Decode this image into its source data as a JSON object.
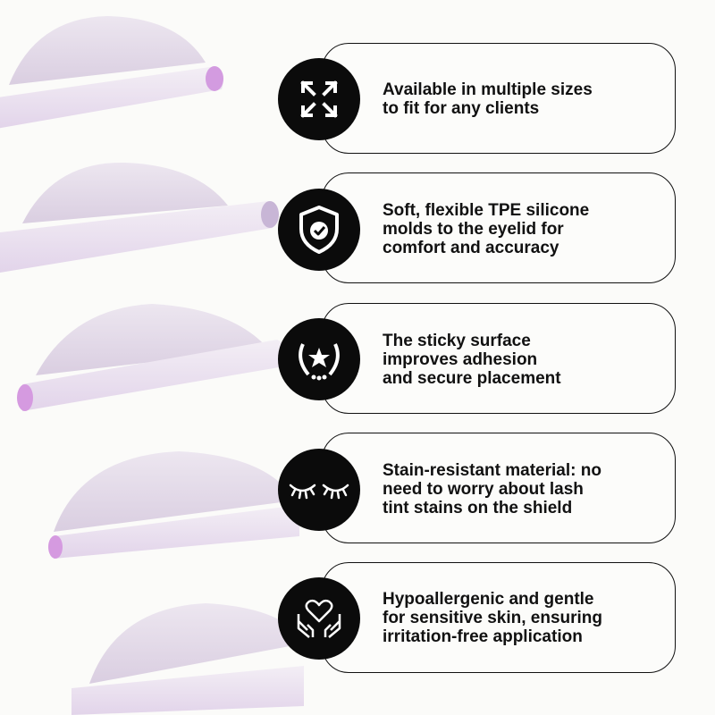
{
  "features": [
    {
      "icon": "expand-arrows-icon",
      "lines": [
        "Available in multiple sizes",
        "to fit for any clients"
      ]
    },
    {
      "icon": "shield-check-icon",
      "lines": [
        "Soft, flexible TPE silicone",
        "molds to the eyelid for",
        "comfort and accuracy"
      ]
    },
    {
      "icon": "laurel-star-icon",
      "lines": [
        "The sticky surface",
        "improves adhesion",
        "and secure placement"
      ]
    },
    {
      "icon": "closed-eyes-lashes-icon",
      "lines": [
        "Stain-resistant material: no",
        "need to worry about lash",
        "tint stains on the shield"
      ]
    },
    {
      "icon": "heart-hands-icon",
      "lines": [
        "Hypoallergenic and gentle",
        "for sensitive skin, ensuring",
        "irritation-free application"
      ]
    }
  ],
  "colors": {
    "icon_bg": "#0b0b0b",
    "pad_tint": "#d9c7e6",
    "pad_edge": "#c98ad8"
  }
}
